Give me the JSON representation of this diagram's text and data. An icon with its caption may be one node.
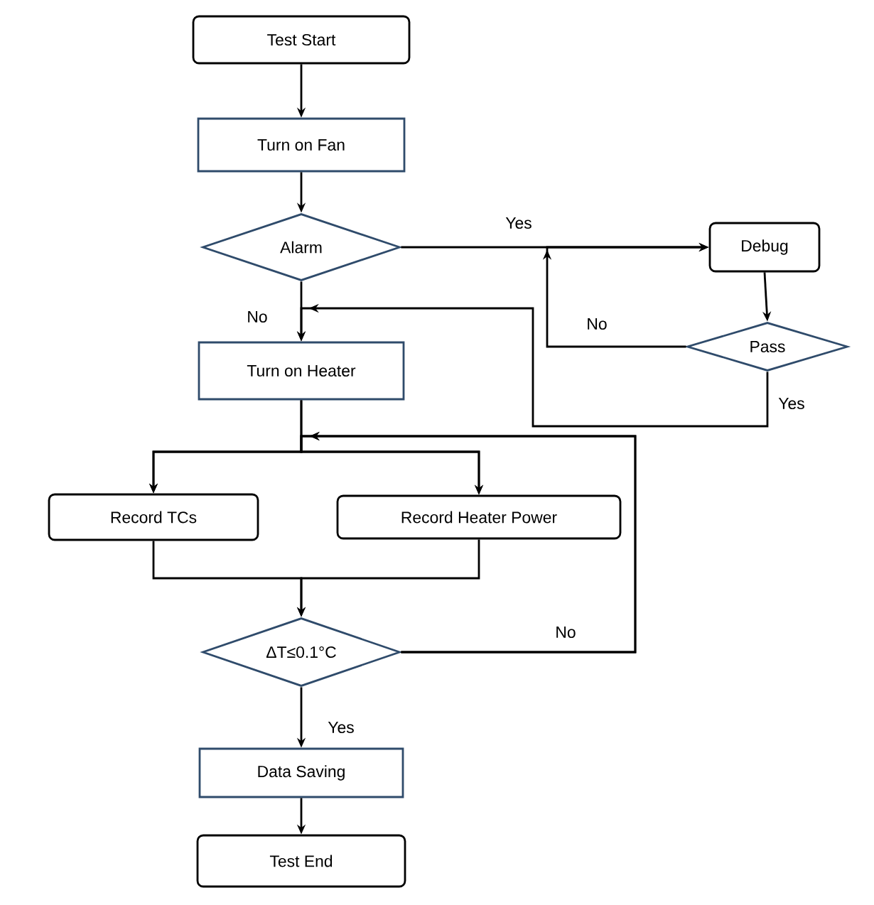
{
  "diagram": {
    "nodes": [
      {
        "text": [
          "Test Start"
        ]
      },
      {
        "text": [
          "Turn on Fan"
        ]
      },
      {
        "text": [
          "Alarm"
        ]
      },
      {
        "text": [
          "Debug"
        ]
      },
      {
        "text": [
          "Pass"
        ]
      },
      {
        "text": [
          "Turn on Heater"
        ]
      },
      {
        "text": [
          "Record TCs"
        ]
      },
      {
        "text": [
          "Record Heater Power"
        ]
      },
      {
        "text": [
          "ΔT≤0.1°C"
        ]
      },
      {
        "text": [
          "Data Saving"
        ]
      },
      {
        "text": [
          "Test End"
        ]
      }
    ],
    "edges": [
      {
        "from": 0,
        "to": 1,
        "arrow": "to"
      },
      {
        "from": 1,
        "to": 2,
        "arrow": "to"
      },
      {
        "from": 2,
        "to": 3,
        "arrow": "to",
        "label": "Yes"
      },
      {
        "from": 3,
        "to": 4,
        "arrow": "to"
      },
      {
        "from": 4,
        "to": 3,
        "arrow": "to",
        "label": "No"
      },
      {
        "from": 2,
        "to": 5,
        "arrow": "to",
        "label": "No"
      },
      {
        "from": 4,
        "to": 5,
        "arrow": "to",
        "label": "Yes"
      },
      {
        "from": 5,
        "to": 6,
        "arrow": "to"
      },
      {
        "from": 5,
        "to": 7,
        "arrow": "to"
      },
      {
        "from": 6,
        "to": 8,
        "arrow": "to"
      },
      {
        "from": 7,
        "to": 8,
        "arrow": "to"
      },
      {
        "from": 8,
        "to": 6,
        "arrow": "to",
        "label": "No"
      },
      {
        "from": 8,
        "to": 7,
        "arrow": "to"
      },
      {
        "from": 8,
        "to": 9,
        "arrow": "to",
        "label": "Yes"
      },
      {
        "from": 9,
        "to": 10,
        "arrow": "to"
      }
    ]
  }
}
